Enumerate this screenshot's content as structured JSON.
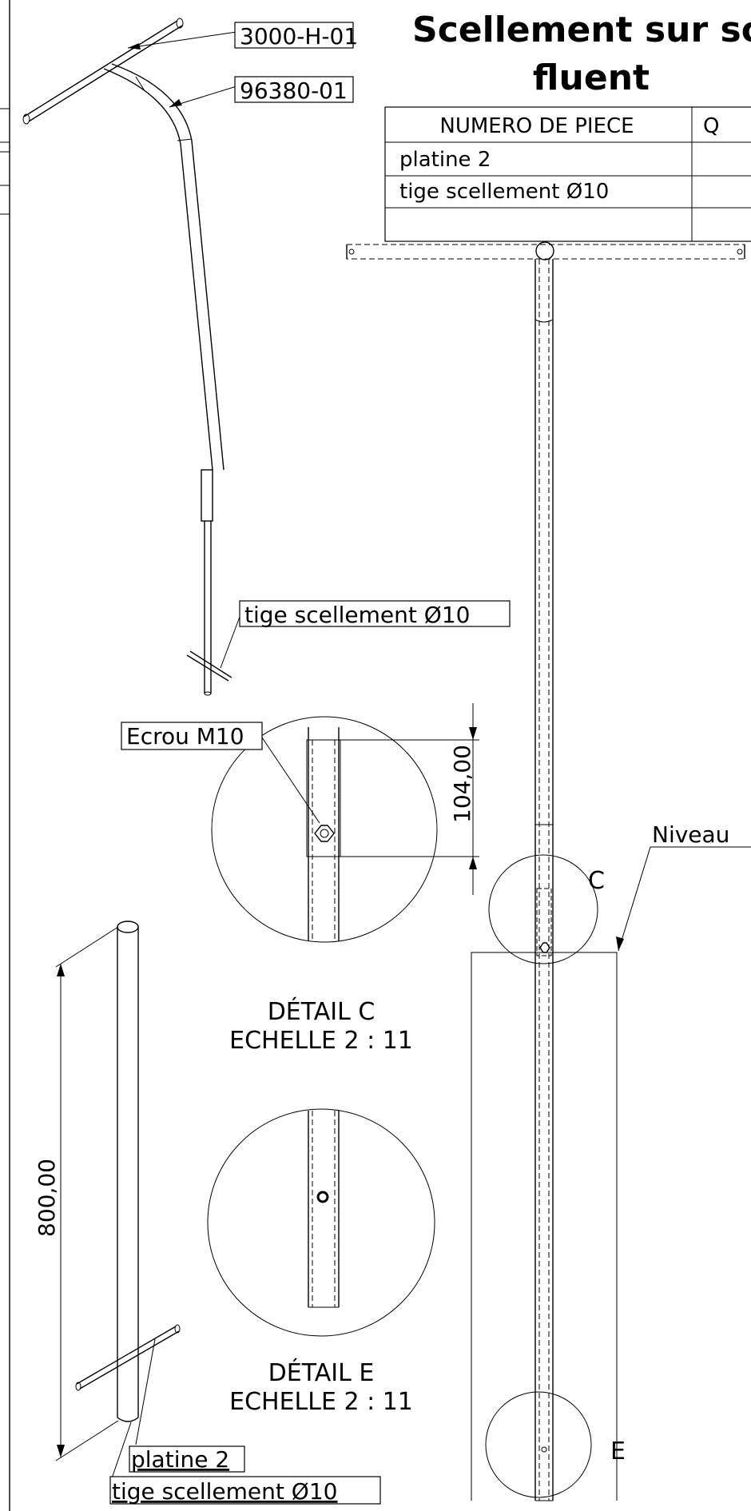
{
  "title": {
    "line1": "Scellement sur so",
    "line2": "fluent"
  },
  "bom": {
    "header_part": "NUMERO DE PIECE",
    "header_qty": "Q",
    "rows": [
      "platine 2",
      "tige scellement Ø10"
    ]
  },
  "labels": {
    "part_3000": "3000-H-01",
    "part_96380": "96380-01",
    "tige_iso": "tige scellement Ø10",
    "ecrou": "Ecrou M10",
    "platine": "platine 2",
    "tige_bottom": "tige scellement Ø10",
    "niveau": "Niveau"
  },
  "dimensions": {
    "d104": "104,00",
    "d800": "800,00"
  },
  "details": {
    "c_letter": "C",
    "e_letter": "E",
    "c_title": "DÉTAIL C",
    "c_scale": "ECHELLE 2 : 11",
    "e_title": "DÉTAIL E",
    "e_scale": "ECHELLE 2 : 11"
  }
}
